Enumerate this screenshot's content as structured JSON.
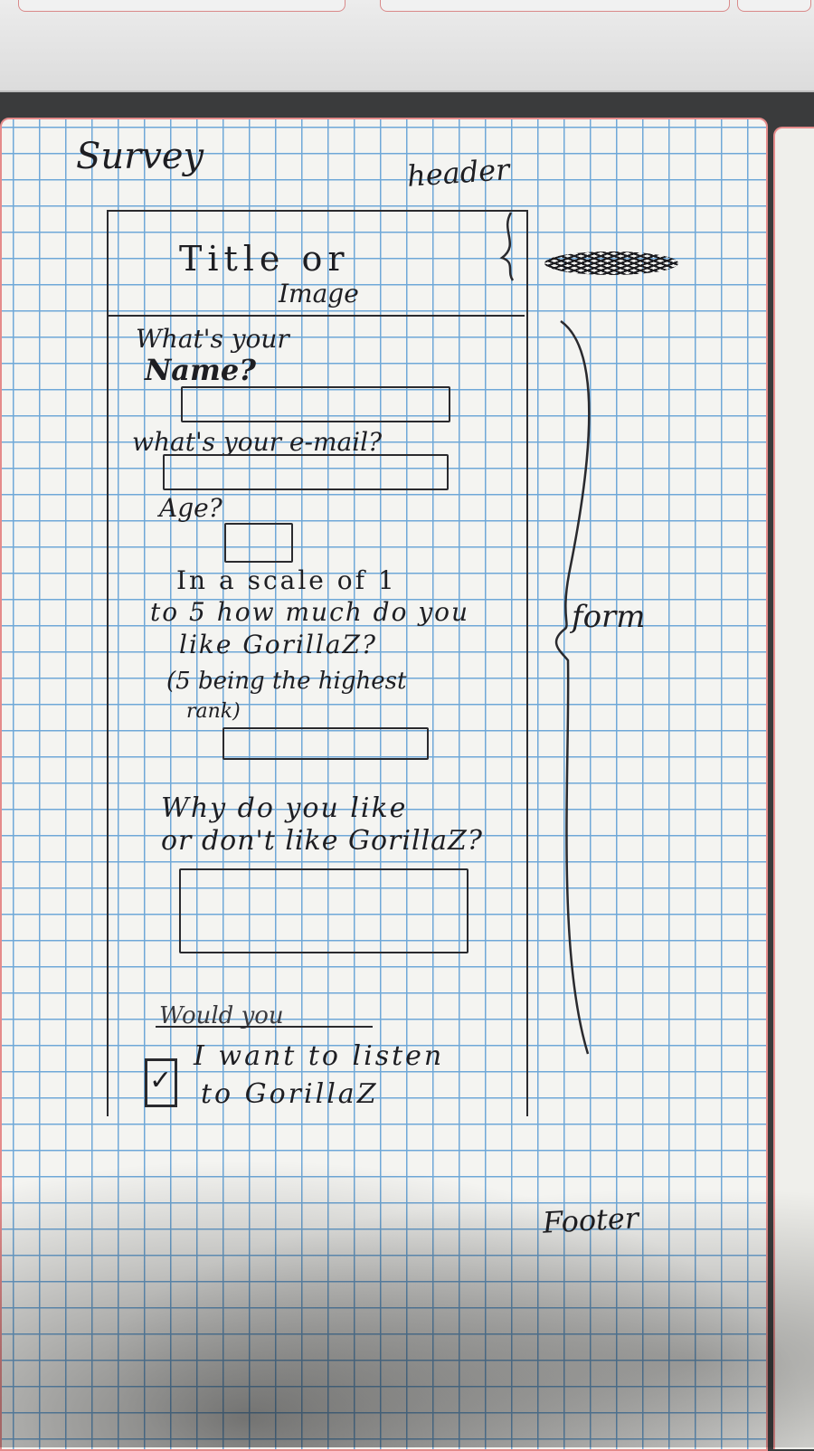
{
  "page_header": {
    "app_title": "Survey",
    "header_annotation": "header"
  },
  "hero": {
    "title_placeholder_line1": "Title or",
    "title_placeholder_line2": "Image"
  },
  "form": {
    "section_annotation": "form",
    "name_label_line1": "What's your",
    "name_label_line2": "Name?",
    "email_label": "what's your e-mail?",
    "age_label": "Age?",
    "rating_label_line1": "In a scale of 1",
    "rating_label_line2": "to 5 how much do you",
    "rating_label_line3": "like GorillaZ?",
    "rating_label_line4": "(5 being the highest",
    "rating_label_line5": "rank)",
    "reason_label_line1": "Why do you like",
    "reason_label_line2": "or don't like GorillaZ?",
    "struck_text": "Would you",
    "checkbox_label_line1": "I want to listen",
    "checkbox_label_line2": "to GorillaZ",
    "checkbox_checked": true
  },
  "footer": {
    "footer_annotation": "Footer"
  }
}
